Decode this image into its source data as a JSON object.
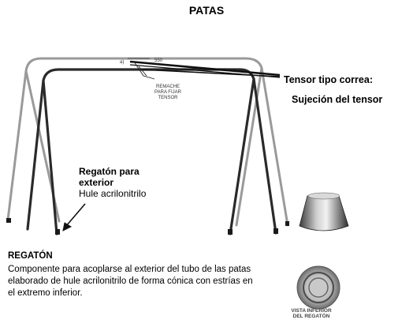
{
  "title": "PATAS",
  "diagram": {
    "marker_a": "a)",
    "dimension": "550",
    "rivet_note": [
      "REMACHE",
      "PARA FIJAR",
      "TENSOR"
    ]
  },
  "tensor": {
    "label": "Tensor tipo correa:",
    "sublabel": "Sujeción del tensor"
  },
  "regaton_ext": {
    "line1": "Regatón para",
    "line2": "exterior",
    "line3": "Hule acrilonitrilo"
  },
  "regaton": {
    "title": "REGATÓN",
    "description": "Componente para acoplarse al exterior del tubo de las patas elaborado de hule acrilonitrilo de forma cónica con estrías en el extremo inferior.",
    "bottom_view_caption": [
      "VISTA INFERIOR",
      "DEL REGATÓN"
    ]
  }
}
